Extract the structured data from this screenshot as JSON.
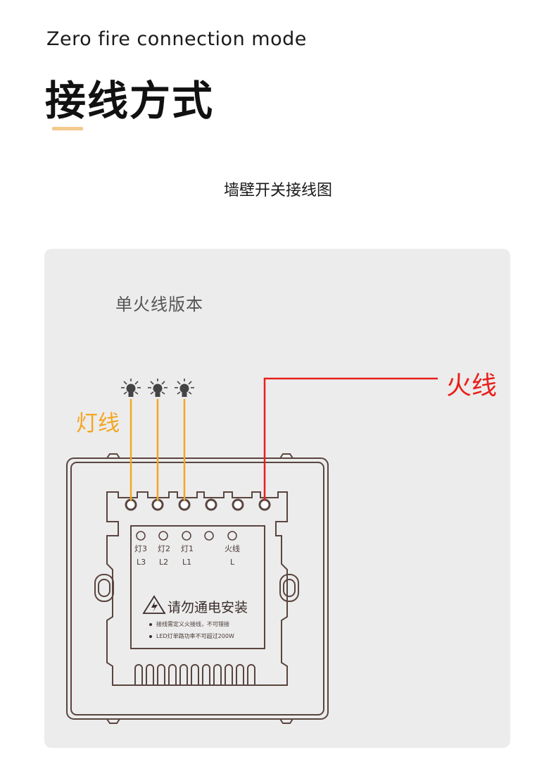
{
  "header": {
    "subtitle_en": "Zero fire connection mode",
    "title_cn": "接线方式"
  },
  "caption": "墙壁开关接线图",
  "panel": {
    "version_label": "单火线版本",
    "lamp_wire_label": "灯线",
    "live_wire_label": "火线",
    "terminals": [
      {
        "top": "灯3",
        "bottom": "L3"
      },
      {
        "top": "灯2",
        "bottom": "L2"
      },
      {
        "top": "灯1",
        "bottom": "L1"
      },
      {
        "top": "",
        "bottom": ""
      },
      {
        "top": "火线",
        "bottom": "L"
      }
    ],
    "warning_title": "请勿通电安装",
    "warning_lines": [
      "接线需定义火接线，不可错接",
      "LED灯单路功率不可超过200W"
    ]
  },
  "colors": {
    "lamp_wire": "#f5a623",
    "live_wire": "#e8201a",
    "accent": "#f3c98c",
    "outline": "#5a4540"
  }
}
